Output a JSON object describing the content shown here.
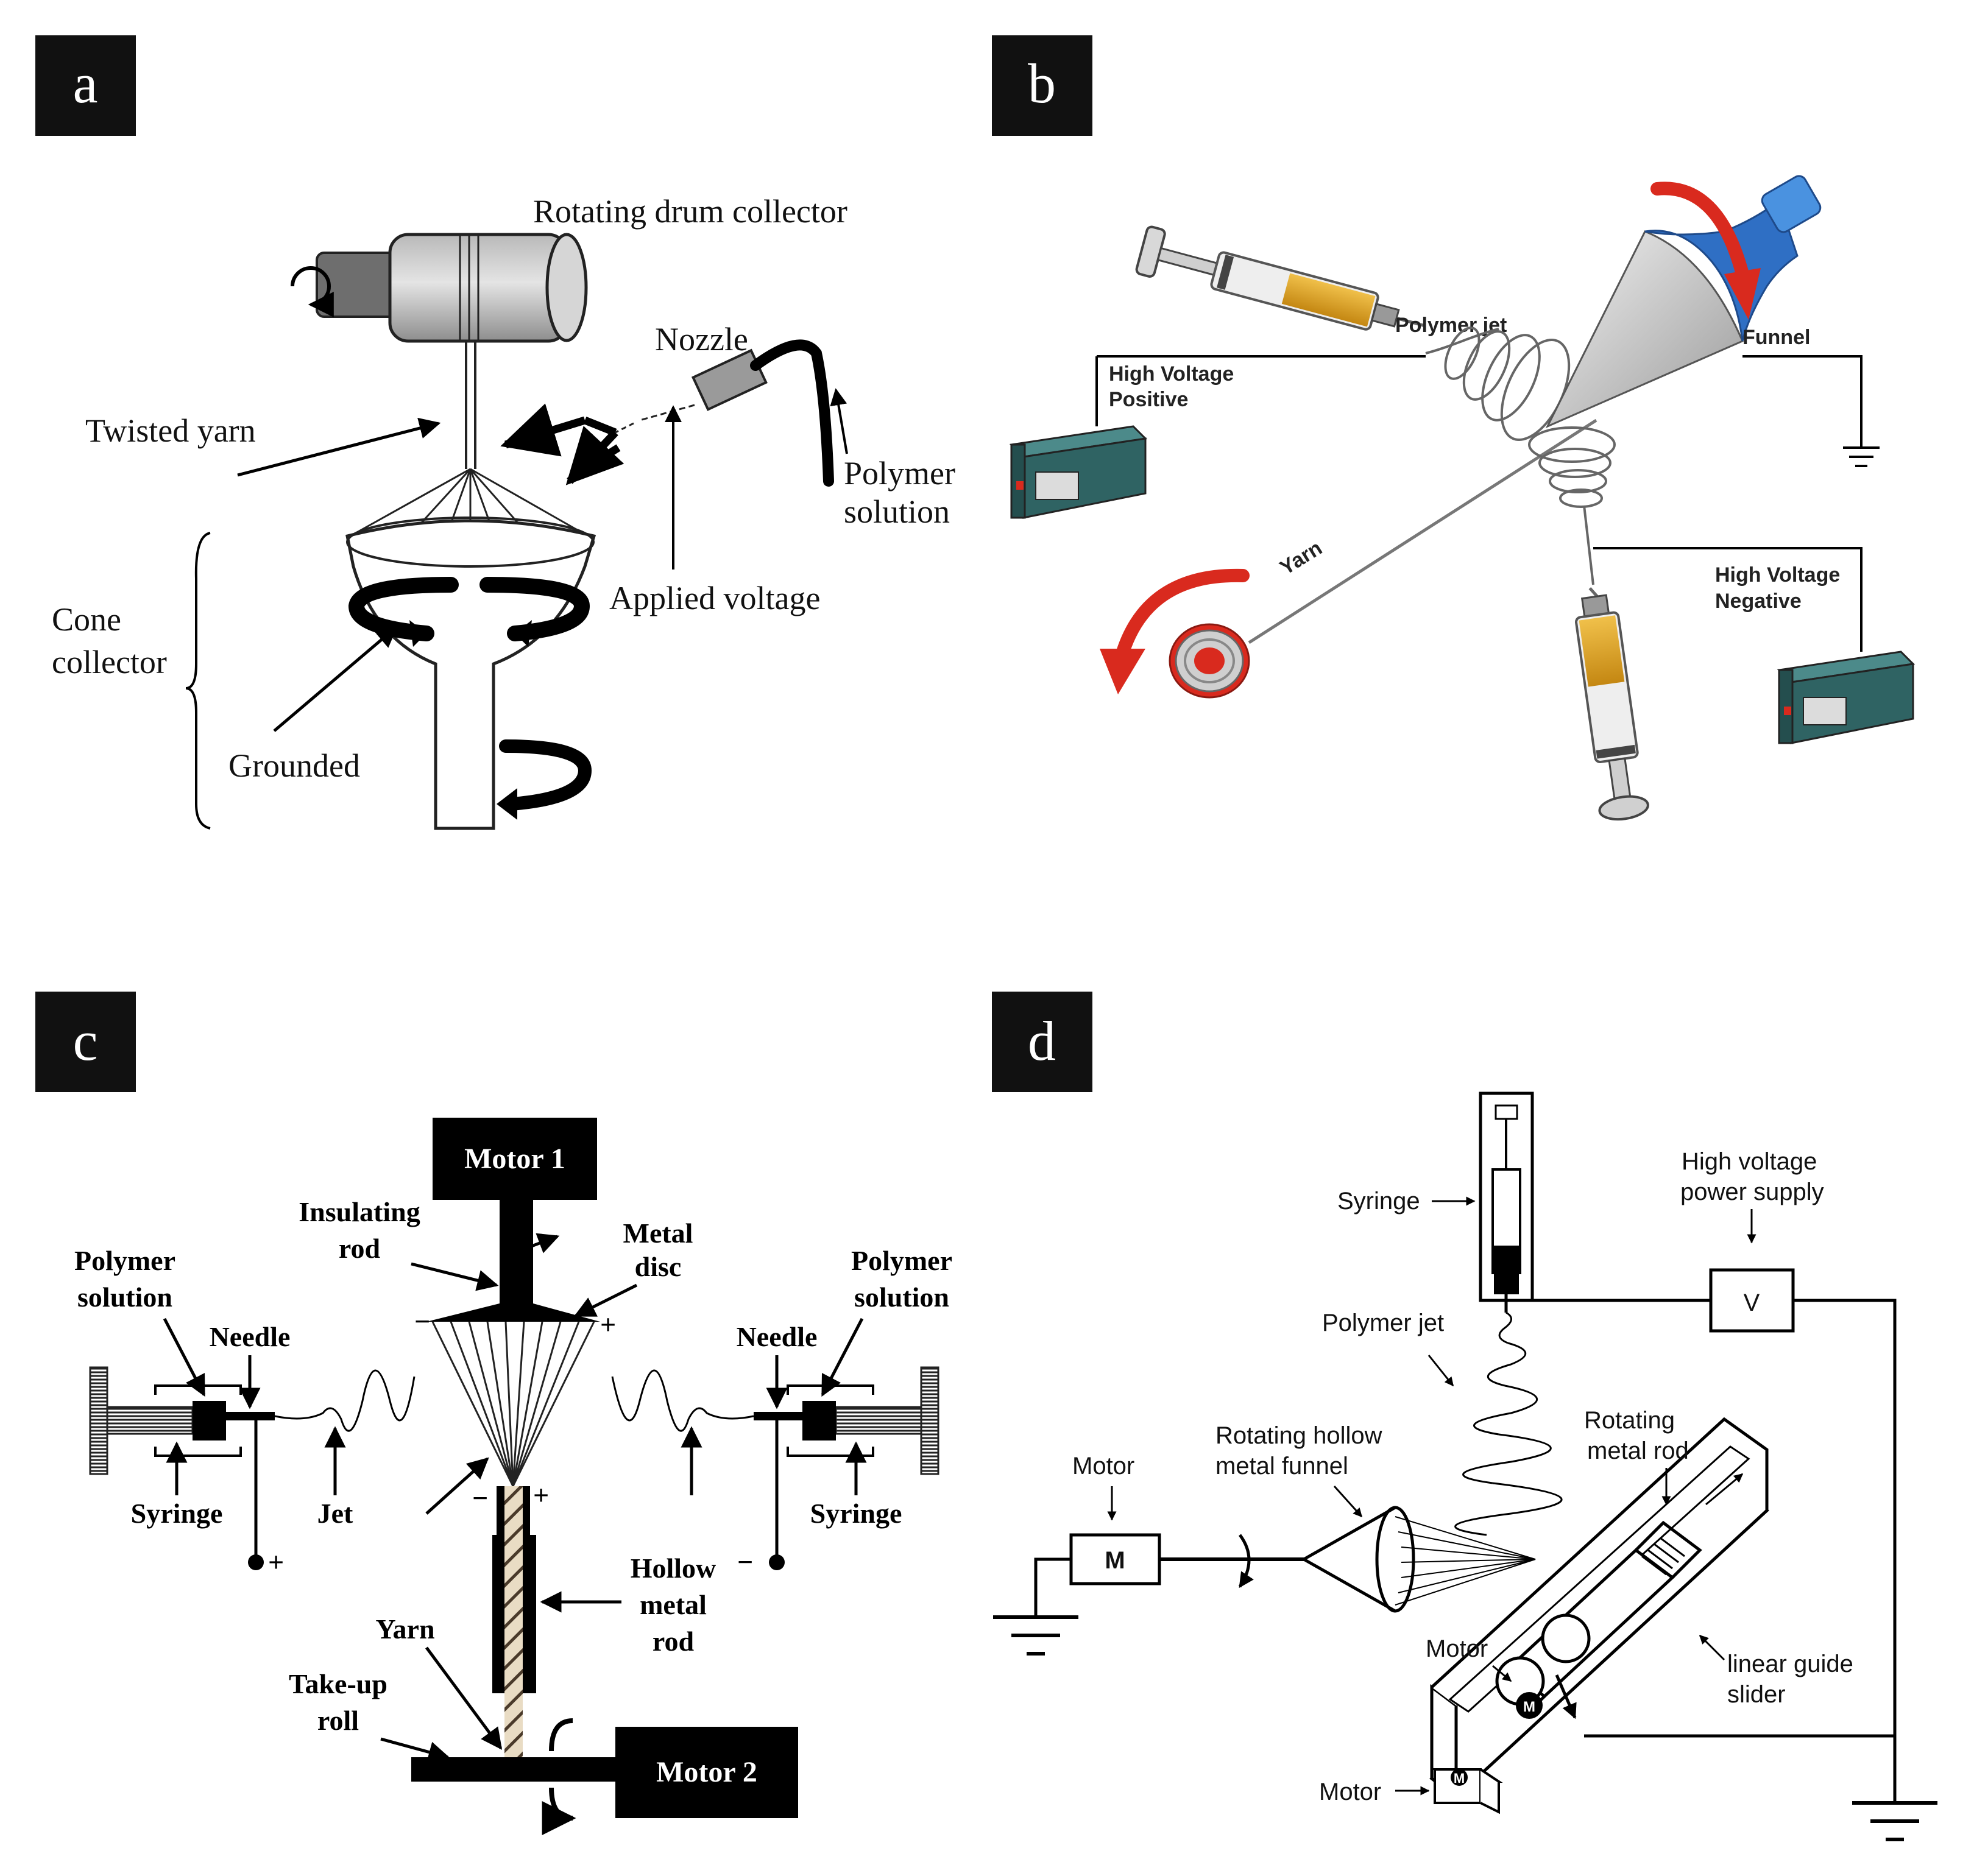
{
  "panels": {
    "a": {
      "badge": "a",
      "labels": {
        "rotating_drum": "Rotating drum collector",
        "nozzle": "Nozzle",
        "twisted_yarn": "Twisted yarn",
        "polymer_solution_1": "Polymer",
        "polymer_solution_2": "solution",
        "applied_voltage": "Applied voltage",
        "cone_collector_1": "Cone",
        "cone_collector_2": "collector",
        "grounded": "Grounded"
      }
    },
    "b": {
      "badge": "b",
      "labels": {
        "polymer_jet": "Polymer jet",
        "funnel": "Funnel",
        "hv_positive_1": "High Voltage",
        "hv_positive_2": "Positive",
        "hv_negative_1": "High Voltage",
        "hv_negative_2": "Negative",
        "yarn": "Yarn"
      }
    },
    "c": {
      "badge": "c",
      "labels": {
        "motor1": "Motor 1",
        "motor2": "Motor 2",
        "insulating_rod_1": "Insulating",
        "insulating_rod_2": "rod",
        "metal_disc_1": "Metal",
        "metal_disc_2": "disc",
        "polymer_solution_left_1": "Polymer",
        "polymer_solution_left_2": "solution",
        "polymer_solution_right_1": "Polymer",
        "polymer_solution_right_2": "solution",
        "needle_left": "Needle",
        "needle_right": "Needle",
        "syringe_left": "Syringe",
        "syringe_right": "Syringe",
        "jet": "Jet",
        "hollow_1": "Hollow",
        "hollow_2": "metal",
        "hollow_3": "rod",
        "yarn": "Yarn",
        "takeup_1": "Take-up",
        "takeup_2": "roll",
        "minus": "−",
        "plus": "+"
      }
    },
    "d": {
      "badge": "d",
      "labels": {
        "syringe": "Syringe",
        "hv_supply_1": "High voltage",
        "hv_supply_2": "power supply",
        "voltmeter": "V",
        "polymer_jet": "Polymer jet",
        "funnel_1": "Rotating hollow",
        "funnel_2": "metal funnel",
        "rod_1": "Rotating",
        "rod_2": "metal rod",
        "motor_top": "Motor",
        "motor_box": "M",
        "motor_mid": "Motor",
        "motor_bottom": "Motor",
        "slider_1": "linear guide",
        "slider_2": "slider"
      }
    }
  },
  "colors": {
    "badge_bg": "#111111",
    "syringe_fluid": "#e0a526",
    "funnel_blue": "#2f6fc4",
    "arrow_red": "#d92a1e",
    "hv_box": "#2f6363"
  }
}
